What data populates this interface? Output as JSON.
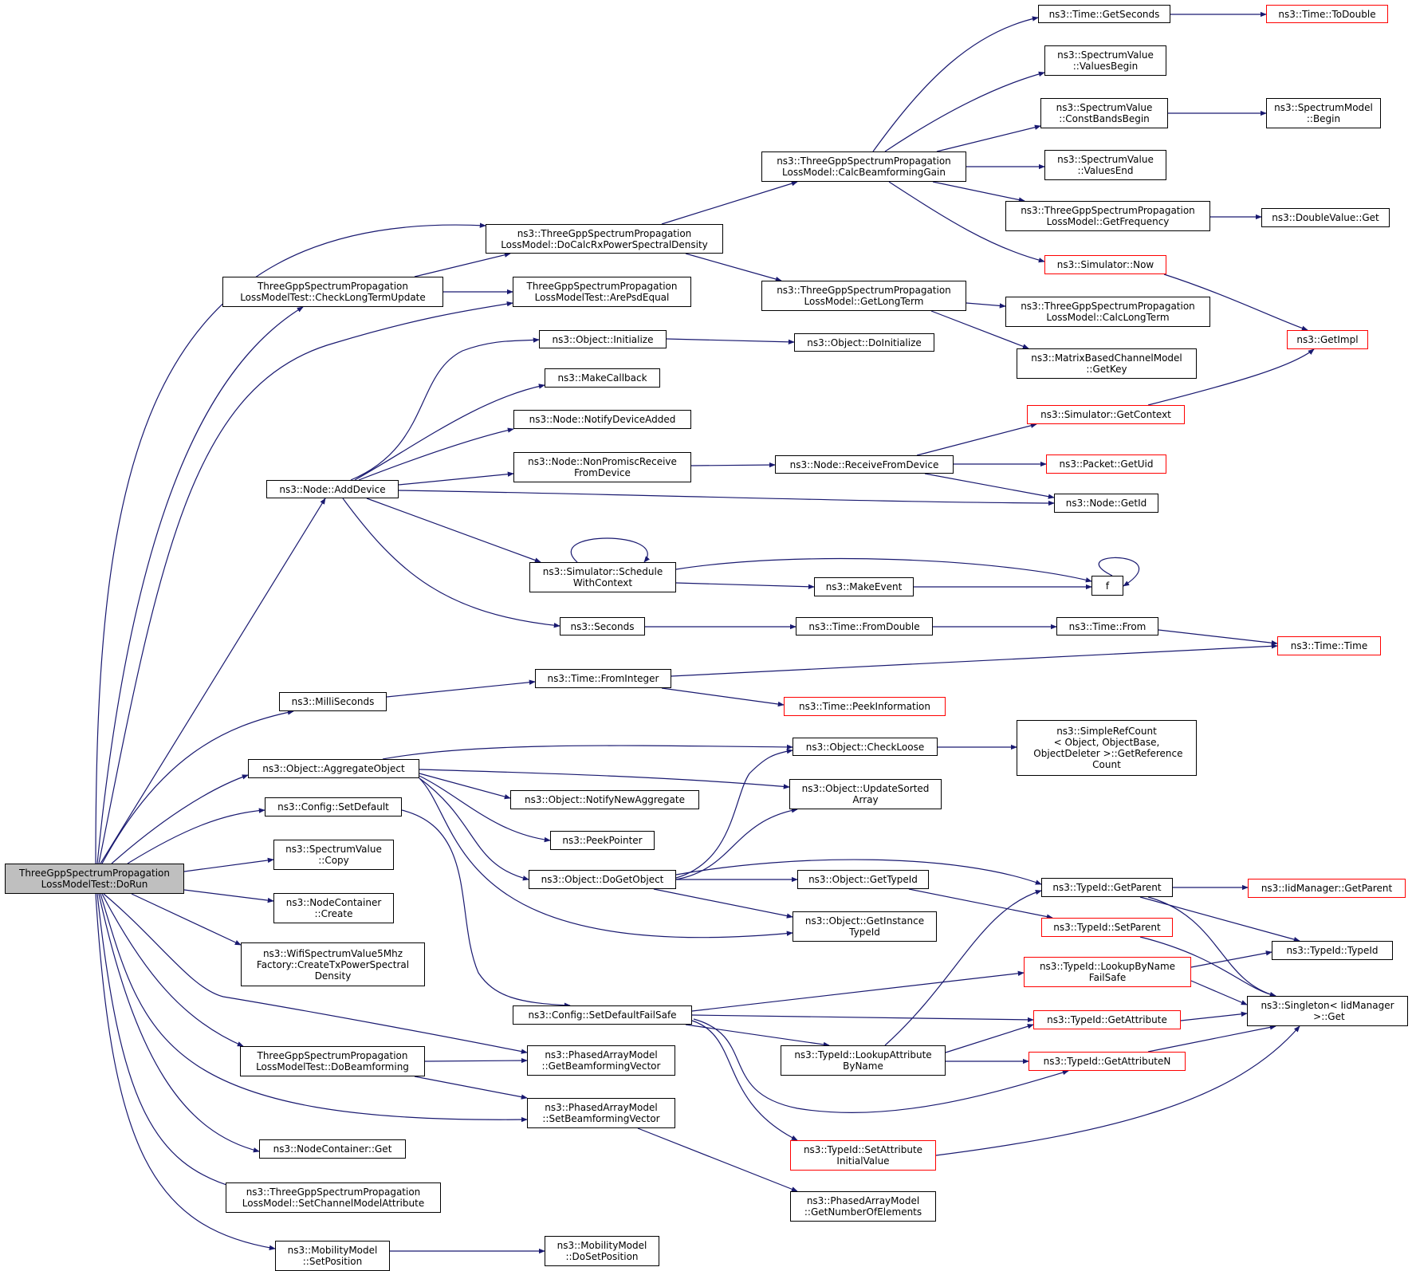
{
  "graph": {
    "edge_color": "#191970",
    "normal_border": "#000000",
    "external_border": "#ff0000",
    "root_fill": "#bfbfbf",
    "nodes": {
      "root": {
        "label": "ThreeGppSpectrumPropagation\nLossModelTest::DoRun",
        "kind": "root"
      },
      "docalc": {
        "label": "ns3::ThreeGppSpectrumPropagation\nLossModel::DoCalcRxPowerSpectralDensity",
        "kind": "normal"
      },
      "checklong": {
        "label": "ThreeGppSpectrumPropagation\nLossModelTest::CheckLongTermUpdate",
        "kind": "normal"
      },
      "arepsd": {
        "label": "ThreeGppSpectrumPropagation\nLossModelTest::ArePsdEqual",
        "kind": "normal"
      },
      "calcbf": {
        "label": "ns3::ThreeGppSpectrumPropagation\nLossModel::CalcBeamformingGain",
        "kind": "normal"
      },
      "getlongterm": {
        "label": "ns3::ThreeGppSpectrumPropagation\nLossModel::GetLongTerm",
        "kind": "normal"
      },
      "getseconds": {
        "label": "ns3::Time::GetSeconds",
        "kind": "normal"
      },
      "todouble": {
        "label": "ns3::Time::ToDouble",
        "kind": "ref"
      },
      "valuesbegin": {
        "label": "ns3::SpectrumValue\n::ValuesBegin",
        "kind": "normal"
      },
      "constbands": {
        "label": "ns3::SpectrumValue\n::ConstBandsBegin",
        "kind": "normal"
      },
      "smbegin": {
        "label": "ns3::SpectrumModel\n::Begin",
        "kind": "normal"
      },
      "valuesend": {
        "label": "ns3::SpectrumValue\n::ValuesEnd",
        "kind": "normal"
      },
      "getfreq": {
        "label": "ns3::ThreeGppSpectrumPropagation\nLossModel::GetFrequency",
        "kind": "normal"
      },
      "dvget": {
        "label": "ns3::DoubleValue::Get",
        "kind": "normal"
      },
      "simnow": {
        "label": "ns3::Simulator::Now",
        "kind": "ref"
      },
      "calclongterm": {
        "label": "ns3::ThreeGppSpectrumPropagation\nLossModel::CalcLongTerm",
        "kind": "normal"
      },
      "getkey": {
        "label": "ns3::MatrixBasedChannelModel\n::GetKey",
        "kind": "normal"
      },
      "getimpl": {
        "label": "ns3::GetImpl",
        "kind": "ref"
      },
      "objinit": {
        "label": "ns3::Object::Initialize",
        "kind": "normal"
      },
      "doinit": {
        "label": "ns3::Object::DoInitialize",
        "kind": "normal"
      },
      "makecb": {
        "label": "ns3::MakeCallback",
        "kind": "normal"
      },
      "notifydev": {
        "label": "ns3::Node::NotifyDeviceAdded",
        "kind": "normal"
      },
      "nonpromisc": {
        "label": "ns3::Node::NonPromiscReceive\nFromDevice",
        "kind": "normal"
      },
      "recvfrom": {
        "label": "ns3::Node::ReceiveFromDevice",
        "kind": "normal"
      },
      "simgetctx": {
        "label": "ns3::Simulator::GetContext",
        "kind": "ref"
      },
      "pktuid": {
        "label": "ns3::Packet::GetUid",
        "kind": "ref"
      },
      "nodegetid": {
        "label": "ns3::Node::GetId",
        "kind": "normal"
      },
      "adddevice": {
        "label": "ns3::Node::AddDevice",
        "kind": "normal"
      },
      "schedctx": {
        "label": "ns3::Simulator::Schedule\nWithContext",
        "kind": "normal"
      },
      "makeevent": {
        "label": "ns3::MakeEvent",
        "kind": "normal"
      },
      "f": {
        "label": "f",
        "kind": "normal"
      },
      "seconds": {
        "label": "ns3::Seconds",
        "kind": "normal"
      },
      "fromdouble": {
        "label": "ns3::Time::FromDouble",
        "kind": "normal"
      },
      "timefrom": {
        "label": "ns3::Time::From",
        "kind": "normal"
      },
      "timetime": {
        "label": "ns3::Time::Time",
        "kind": "ref"
      },
      "millis": {
        "label": "ns3::MilliSeconds",
        "kind": "normal"
      },
      "fromint": {
        "label": "ns3::Time::FromInteger",
        "kind": "normal"
      },
      "peekinfo": {
        "label": "ns3::Time::PeekInformation",
        "kind": "ref"
      },
      "aggregate": {
        "label": "ns3::Object::AggregateObject",
        "kind": "normal"
      },
      "checkloose": {
        "label": "ns3::Object::CheckLoose",
        "kind": "normal"
      },
      "simplerc": {
        "label": "ns3::SimpleRefCount\n< Object, ObjectBase,\n ObjectDeleter >::GetReference\nCount",
        "kind": "normal"
      },
      "updsorted": {
        "label": "ns3::Object::UpdateSorted\nArray",
        "kind": "normal"
      },
      "notifyagg": {
        "label": "ns3::Object::NotifyNewAggregate",
        "kind": "normal"
      },
      "peekptr": {
        "label": "ns3::PeekPointer",
        "kind": "normal"
      },
      "setdefault": {
        "label": "ns3::Config::SetDefault",
        "kind": "normal"
      },
      "svcopy": {
        "label": "ns3::SpectrumValue\n::Copy",
        "kind": "normal"
      },
      "dogetobj": {
        "label": "ns3::Object::DoGetObject",
        "kind": "normal"
      },
      "gettypeid": {
        "label": "ns3::Object::GetTypeId",
        "kind": "normal"
      },
      "getparent": {
        "label": "ns3::TypeId::GetParent",
        "kind": "normal"
      },
      "iidgetparent": {
        "label": "ns3::IidManager::GetParent",
        "kind": "ref"
      },
      "setparent": {
        "label": "ns3::TypeId::SetParent",
        "kind": "ref"
      },
      "ncreate": {
        "label": "ns3::NodeContainer\n::Create",
        "kind": "normal"
      },
      "getinst": {
        "label": "ns3::Object::GetInstance\nTypeId",
        "kind": "normal"
      },
      "typeidtypeid": {
        "label": "ns3::TypeId::TypeId",
        "kind": "normal"
      },
      "wifi": {
        "label": "ns3::WifiSpectrumValue5Mhz\nFactory::CreateTxPowerSpectral\nDensity",
        "kind": "normal"
      },
      "lookupname": {
        "label": "ns3::TypeId::LookupByName\nFailSafe",
        "kind": "ref"
      },
      "singleton": {
        "label": "ns3::Singleton< IidManager\n >::Get",
        "kind": "normal"
      },
      "setdefaultfs": {
        "label": "ns3::Config::SetDefaultFailSafe",
        "kind": "normal"
      },
      "getattr": {
        "label": "ns3::TypeId::GetAttribute",
        "kind": "ref"
      },
      "lookupattr": {
        "label": "ns3::TypeId::LookupAttribute\nByName",
        "kind": "normal"
      },
      "getattrn": {
        "label": "ns3::TypeId::GetAttributeN",
        "kind": "ref"
      },
      "dobeamforming": {
        "label": "ThreeGppSpectrumPropagation\nLossModelTest::DoBeamforming",
        "kind": "normal"
      },
      "getbfvec": {
        "label": "ns3::PhasedArrayModel\n::GetBeamformingVector",
        "kind": "normal"
      },
      "setbfvec": {
        "label": "ns3::PhasedArrayModel\n::SetBeamformingVector",
        "kind": "normal"
      },
      "setattrinit": {
        "label": "ns3::TypeId::SetAttribute\nInitialValue",
        "kind": "ref"
      },
      "ncget": {
        "label": "ns3::NodeContainer::Get",
        "kind": "normal"
      },
      "setchanattr": {
        "label": "ns3::ThreeGppSpectrumPropagation\nLossModel::SetChannelModelAttribute",
        "kind": "normal"
      },
      "numelems": {
        "label": "ns3::PhasedArrayModel\n::GetNumberOfElements",
        "kind": "normal"
      },
      "mmsetpos": {
        "label": "ns3::MobilityModel\n::SetPosition",
        "kind": "normal"
      },
      "mmdosetpos": {
        "label": "ns3::MobilityModel\n::DoSetPosition",
        "kind": "normal"
      }
    }
  }
}
